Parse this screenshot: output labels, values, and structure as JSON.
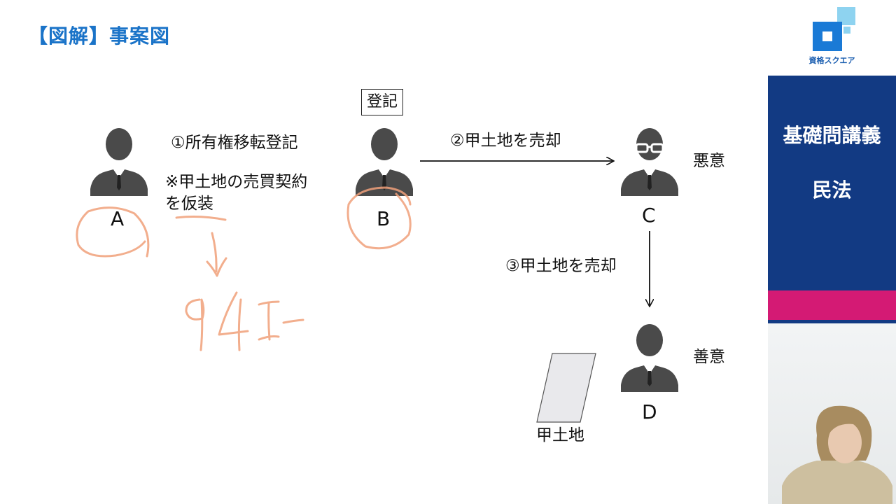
{
  "title": "【図解】事案図",
  "registration_badge": "登記",
  "persons": {
    "a": {
      "label": "A"
    },
    "b": {
      "label": "B"
    },
    "c": {
      "label": "C"
    },
    "d": {
      "label": "D"
    }
  },
  "transfers": {
    "step1": "①所有権移転登記",
    "note_line1": "※甲土地の売買契約",
    "note_line2": "を仮装",
    "step2": "②甲土地を売却",
    "step3": "③甲土地を売却"
  },
  "status": {
    "c": "悪意",
    "d": "善意"
  },
  "land_label": "甲土地",
  "handwriting": {
    "article": "94 I"
  },
  "sidebar": {
    "brand": "資格スクエア",
    "course_title": "基礎問講義",
    "subject": "民法"
  },
  "colors": {
    "title": "#1a73c8",
    "course_panel": "#123a83",
    "accent_band": "#d41a74",
    "annotation": "#f0a07a",
    "person": "#4a4a4a"
  }
}
